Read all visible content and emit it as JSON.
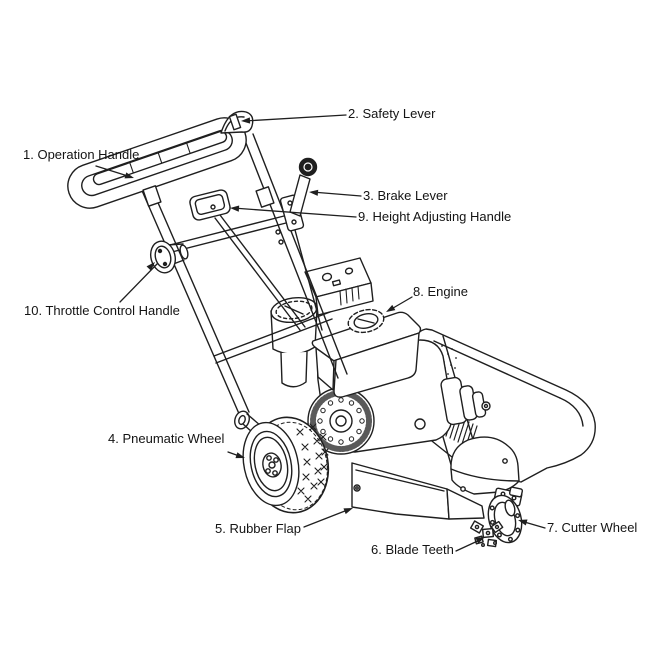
{
  "diagram": {
    "type": "labeled-parts-diagram",
    "subject": "stump grinder line drawing",
    "background": "#ffffff",
    "line_color": "#1f1f1f",
    "text_color": "#141414",
    "labels": [
      {
        "num": "1",
        "text": "1. Operation Handle"
      },
      {
        "num": "2",
        "text": "2. Safety Lever"
      },
      {
        "num": "3",
        "text": "3. Brake Lever"
      },
      {
        "num": "4",
        "text": "4. Pneumatic Wheel"
      },
      {
        "num": "5",
        "text": "5. Rubber Flap"
      },
      {
        "num": "6",
        "text": "6. Blade Teeth"
      },
      {
        "num": "7",
        "text": "7. Cutter Wheel"
      },
      {
        "num": "8",
        "text": "8. Engine"
      },
      {
        "num": "9",
        "text": "9. Height Adjusting Handle"
      },
      {
        "num": "10",
        "text": "10. Throttle Control Handle"
      }
    ]
  }
}
